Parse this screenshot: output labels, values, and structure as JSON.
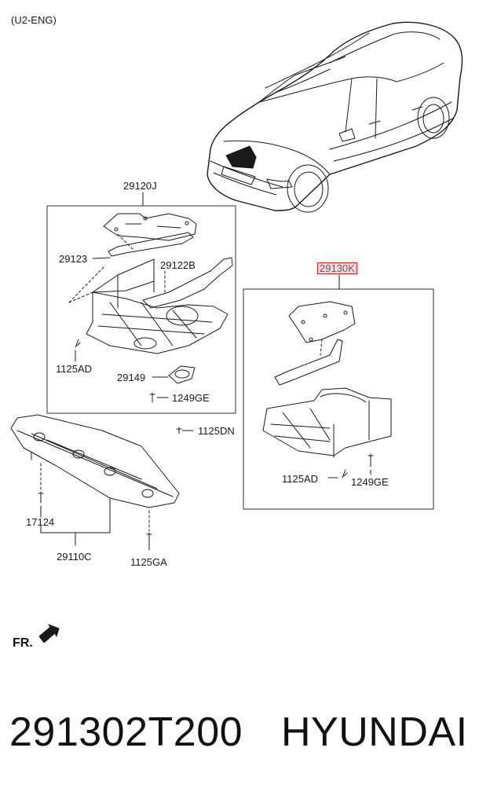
{
  "header": {
    "engine_code": "(U2-ENG)"
  },
  "callouts": {
    "p29120J": "29120J",
    "p29123": "29123",
    "p29122B": "29122B",
    "p1125AD_left": "1125AD",
    "p29149": "29149",
    "p1249GE_left": "1249GE",
    "p1125DN": "1125DN",
    "p29130K": "29130K",
    "p1125AD_right": "1125AD",
    "p1249GE_right": "1249GE",
    "p17124": "17124",
    "p29110C": "29110C",
    "p1125GA": "1125GA"
  },
  "direction": {
    "front_label": "FR."
  },
  "footer": {
    "part_number": "291302T200",
    "brand": "HYUNDAI"
  },
  "colors": {
    "line": "#1a1a1a",
    "highlight_border": "#e02020",
    "highlight_fill": "#f6dede"
  }
}
